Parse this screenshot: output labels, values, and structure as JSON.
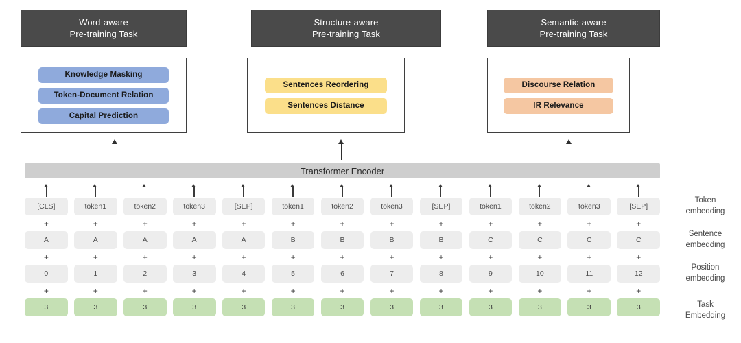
{
  "columns": [
    {
      "header_line1": "Word-aware",
      "header_line2": "Pre-training Task",
      "accent": "#8faadc",
      "tasks": [
        "Knowledge Masking",
        "Token-Document Relation",
        "Capital Prediction"
      ]
    },
    {
      "header_line1": "Structure-aware",
      "header_line2": "Pre-training Task",
      "accent": "#fbdf8a",
      "tasks": [
        "Sentences Reordering",
        "Sentences Distance"
      ]
    },
    {
      "header_line1": "Semantic-aware",
      "header_line2": "Pre-training Task",
      "accent": "#f5c7a2",
      "tasks": [
        "Discourse Relation",
        "IR Relevance"
      ]
    }
  ],
  "encoder": {
    "label": "Transformer Encoder",
    "color": "#cecece"
  },
  "embeddings": {
    "plus_symbol": "+",
    "rows": [
      {
        "name": "token",
        "label_line1": "Token",
        "label_line2": "embedding",
        "values": [
          "[CLS]",
          "token1",
          "token2",
          "token3",
          "[SEP]",
          "token1",
          "token2",
          "token3",
          "[SEP]",
          "token1",
          "token2",
          "token3",
          "[SEP]"
        ]
      },
      {
        "name": "sentence",
        "label_line1": "Sentence",
        "label_line2": "embedding",
        "values": [
          "A",
          "A",
          "A",
          "A",
          "A",
          "B",
          "B",
          "B",
          "B",
          "C",
          "C",
          "C",
          "C"
        ]
      },
      {
        "name": "position",
        "label_line1": "Position",
        "label_line2": "embedding",
        "values": [
          "0",
          "1",
          "2",
          "3",
          "4",
          "5",
          "6",
          "7",
          "8",
          "9",
          "10",
          "11",
          "12"
        ]
      },
      {
        "name": "task",
        "label_line1": "Task",
        "label_line2": "Embedding",
        "values": [
          "3",
          "3",
          "3",
          "3",
          "3",
          "3",
          "3",
          "3",
          "3",
          "3",
          "3",
          "3",
          "3"
        ]
      }
    ]
  }
}
